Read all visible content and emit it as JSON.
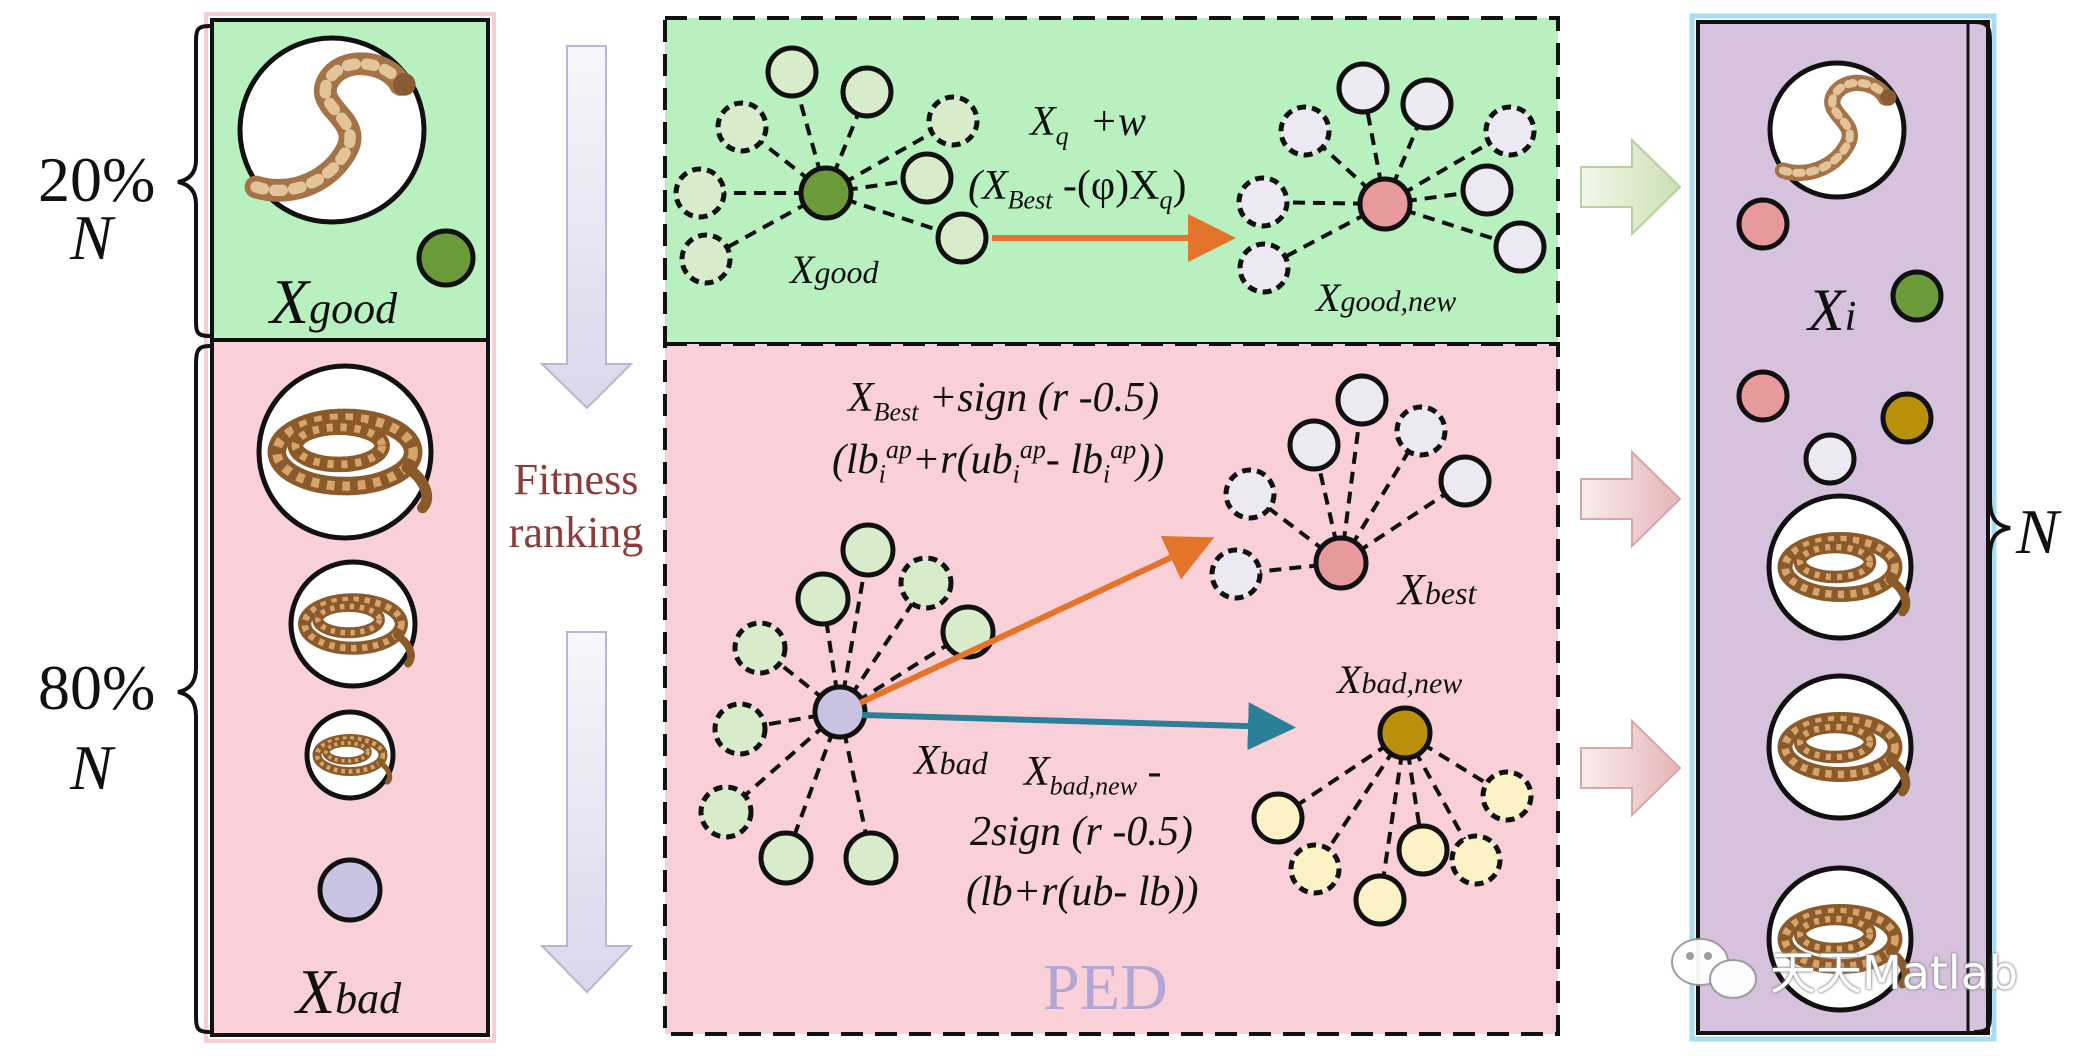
{
  "left_column": {
    "top_percent": "20%",
    "top_n": "N",
    "bottom_percent": "80%",
    "bottom_n": "N",
    "good_label_main": "X",
    "good_label_sub": "good",
    "bad_label_main": "X",
    "bad_label_sub": "bad"
  },
  "middle": {
    "ranking_line1": "Fitness",
    "ranking_line2": "ranking",
    "ped_label": "PED"
  },
  "top_panel": {
    "formula_line1_a": "X",
    "formula_line1_sub": "q",
    "formula_line1_b": "+w",
    "formula_line2_a": "(X",
    "formula_line2_sub1": "Best",
    "formula_line2_b": "-(φ)X",
    "formula_line2_sub2": "q",
    "formula_line2_c": ")",
    "source_label_main": "X",
    "source_label_sub": "good",
    "target_label_main": "X",
    "target_label_sub": "good,new"
  },
  "bottom_panel": {
    "upper_formula_line1_a": "X",
    "upper_formula_line1_sub": "Best",
    "upper_formula_line1_b": "+sign (r -0.5)",
    "upper_formula_line2": "(lb+r(ub- lb))",
    "upper_formula_line2_parts": [
      "(lb",
      "i",
      "ap",
      "+r(ub",
      "i",
      "ap",
      "- lb",
      "i",
      "ap",
      "))"
    ],
    "best_label_main": "X",
    "best_label_sub": "best",
    "badnew_label_main": "X",
    "badnew_label_sub": "bad,new",
    "bad_label_main": "X",
    "bad_label_sub": "bad",
    "lower_formula_line1_a": "X",
    "lower_formula_line1_sub": "bad,new",
    "lower_formula_line1_b": " -",
    "lower_formula_line2": "2sign (r -0.5)",
    "lower_formula_line3": "(lb+r(ub- lb))"
  },
  "right_column": {
    "xi_main": "X",
    "xi_sub": "i",
    "n_label": "N",
    "watermark": "天天Matlab"
  },
  "colors": {
    "green_panel": "#b8f0c0",
    "pink_panel": "#f9d0d8",
    "purple_panel": "#d6c2dc",
    "node_green_dark": "#6b9a3a",
    "node_green_light": "#d8ebcb",
    "node_pink": "#e8999b",
    "node_white_lilac": "#ece9f2",
    "node_lavender": "#c9c2e0",
    "node_gold": "#b8900a",
    "node_pale_yellow": "#fbf3c6",
    "arrow_orange": "#e3742a",
    "arrow_teal": "#2b8097"
  },
  "icons": [
    "snake-icon",
    "node-icon",
    "arrow-icon",
    "wechat-icon"
  ]
}
